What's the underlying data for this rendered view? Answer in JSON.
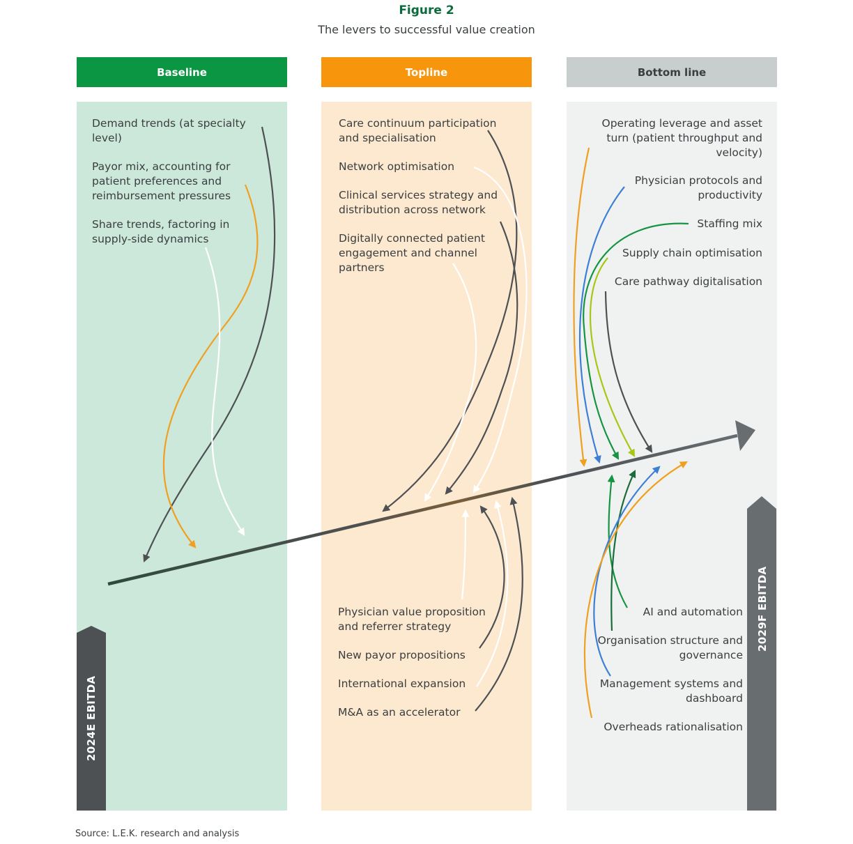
{
  "title": "Figure 2",
  "subtitle": "The levers to successful value creation",
  "columns": {
    "baseline": {
      "header": "Baseline",
      "levers": [
        "Demand trends (at specialty level)",
        "Payor mix, accounting for patient preferences and reimbursement pressures",
        "Share trends, factoring in supply-side dynamics"
      ]
    },
    "topline": {
      "header": "Topline",
      "levers_top": [
        "Care continuum participation and specialisation",
        "Network optimisation",
        "Clinical services strategy and distribution across network",
        "Digitally connected patient engagement and channel partners"
      ],
      "levers_bottom": [
        "Physician value proposition and referrer strategy",
        "New payor propositions",
        "International expansion",
        "M&A as an accelerator"
      ]
    },
    "bottom_line": {
      "header": "Bottom line",
      "levers_top": [
        "Operating leverage and asset turn (patient throughput and velocity)",
        "Physician protocols and productivity",
        "Staffing mix",
        "Supply chain optimisation",
        "Care pathway digitalisation"
      ],
      "levers_bottom": [
        "AI and automation",
        "Organisation structure and governance",
        "Management systems and dashboard",
        "Overheads rationalisation"
      ]
    }
  },
  "start_label": "2024E EBITDA",
  "end_label": "2029F EBITDA",
  "source": "Source: L.E.K. research and analysis",
  "colors": {
    "baseline": "#0a9642",
    "topline": "#f7960d",
    "bottom_line": "#c8cdcd",
    "dark_gray": "#4d5154",
    "white": "#ffffff",
    "orange": "#f0a020",
    "blue": "#3d7fd4",
    "green": "#159441",
    "light_green": "#a6c716",
    "dark_green": "#1b6b3d"
  }
}
